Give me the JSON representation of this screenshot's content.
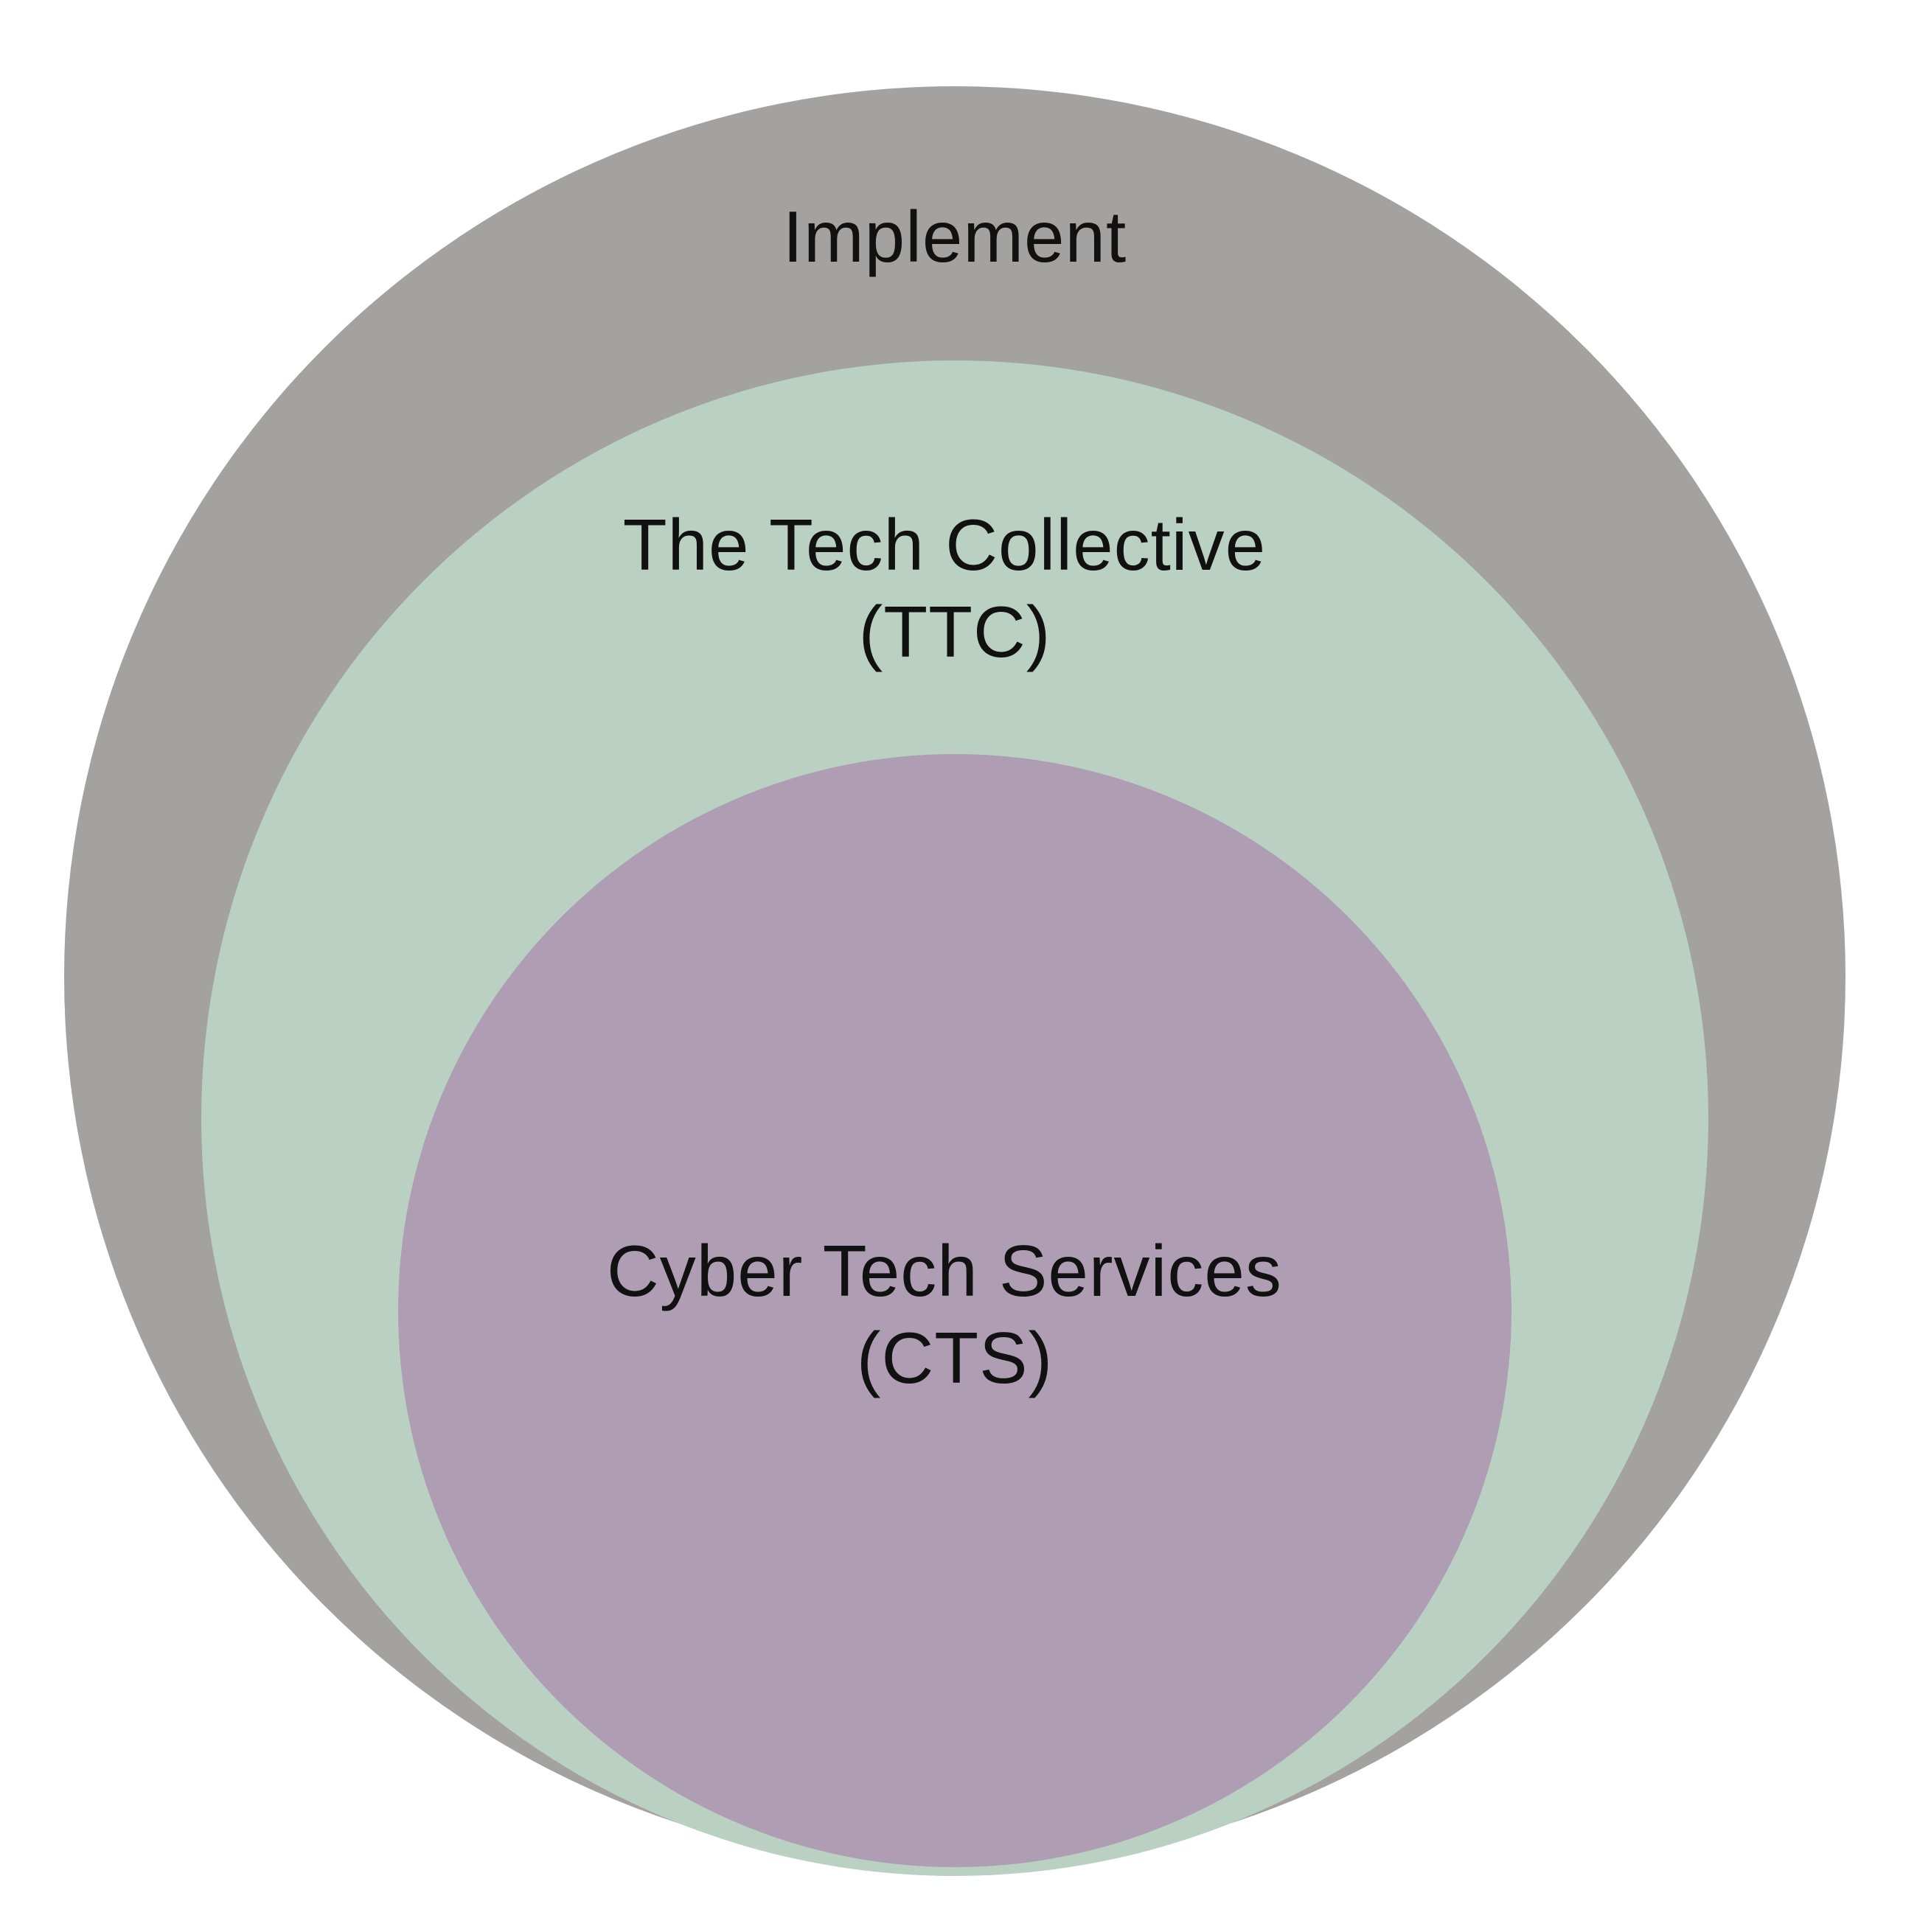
{
  "diagram": {
    "type": "nested-circles",
    "levels": [
      {
        "name": "outer",
        "label_lines": [
          "Implement"
        ],
        "color": "#a3a2a0"
      },
      {
        "name": "middle",
        "label_lines": [
          "The Tech Collective",
          "(TTC)"
        ],
        "color": "#bad0c2"
      },
      {
        "name": "inner",
        "label_lines": [
          "Cyber Tech Services",
          "(CTS)"
        ],
        "color": "#ae9db3"
      }
    ]
  }
}
